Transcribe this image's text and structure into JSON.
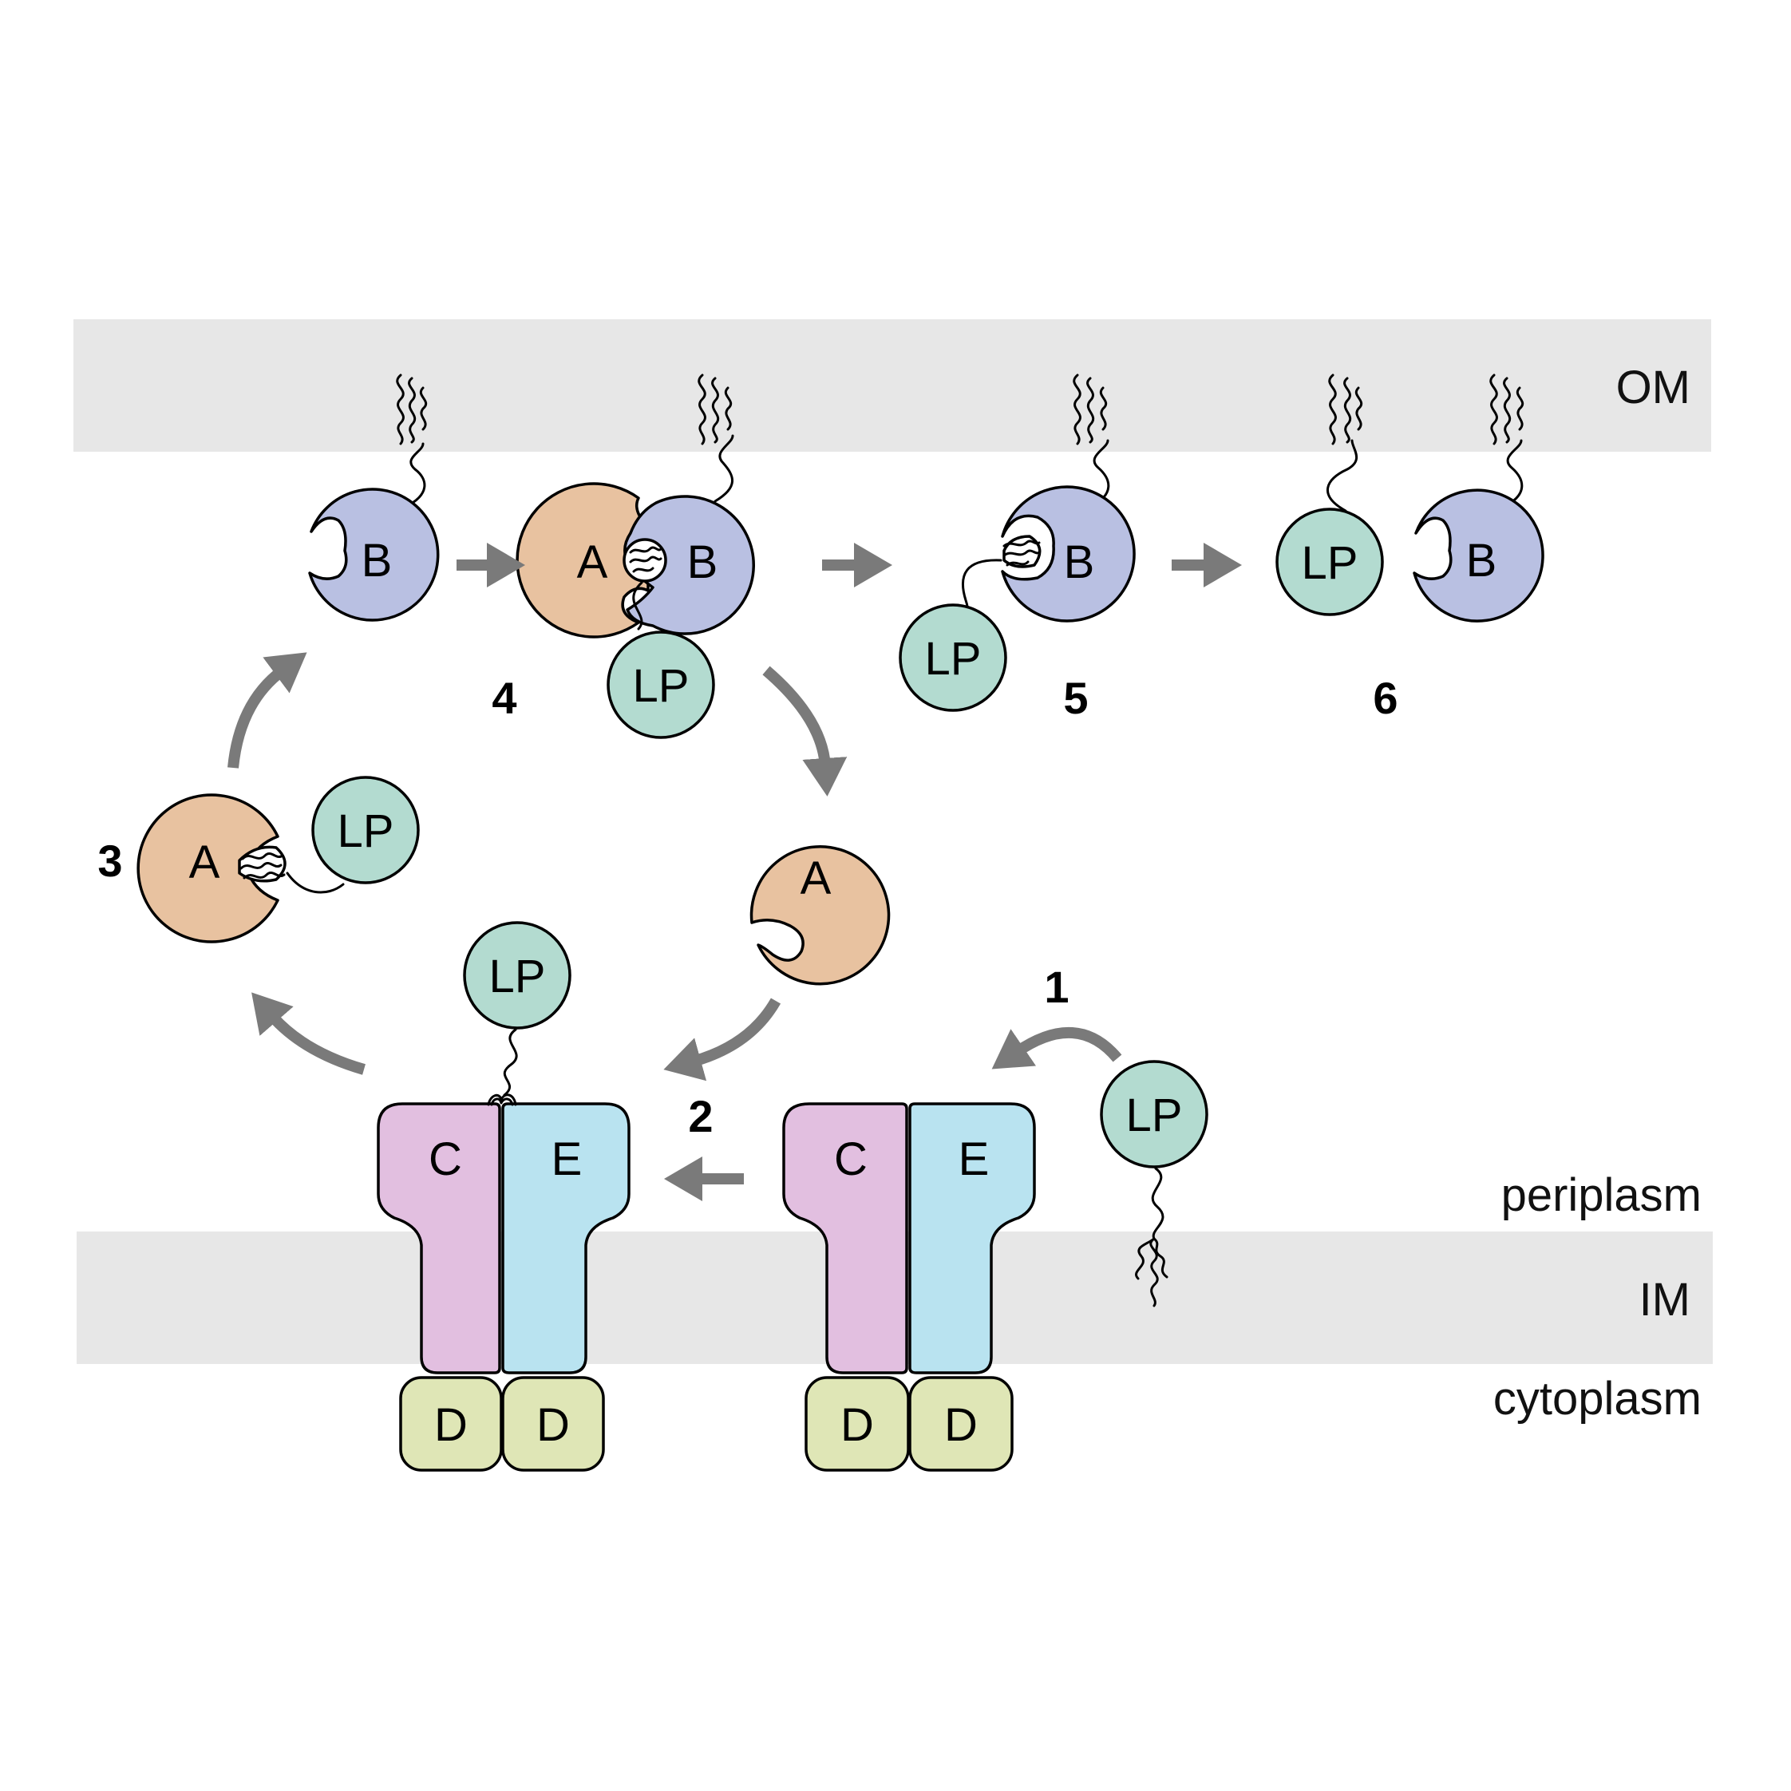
{
  "colors": {
    "membrane": "#e7e7e7",
    "protein_A": "#e8c2a0",
    "protein_B": "#b9c0e2",
    "protein_LP": "#b3dbd0",
    "protein_C": "#e2bfe0",
    "protein_E": "#b9e3f0",
    "protein_D": "#dfe6b6",
    "arrow": "#7a7a7a"
  },
  "regions": {
    "outer_membrane": "OM",
    "periplasm": "periplasm",
    "inner_membrane": "IM",
    "cytoplasm": "cytoplasm"
  },
  "steps": {
    "s1": "1",
    "s2": "2",
    "s3": "3",
    "s4": "4",
    "s5": "5",
    "s6": "6"
  },
  "proteins": {
    "A": "A",
    "B": "B",
    "C": "C",
    "D": "D",
    "E": "E",
    "LP": "LP"
  }
}
